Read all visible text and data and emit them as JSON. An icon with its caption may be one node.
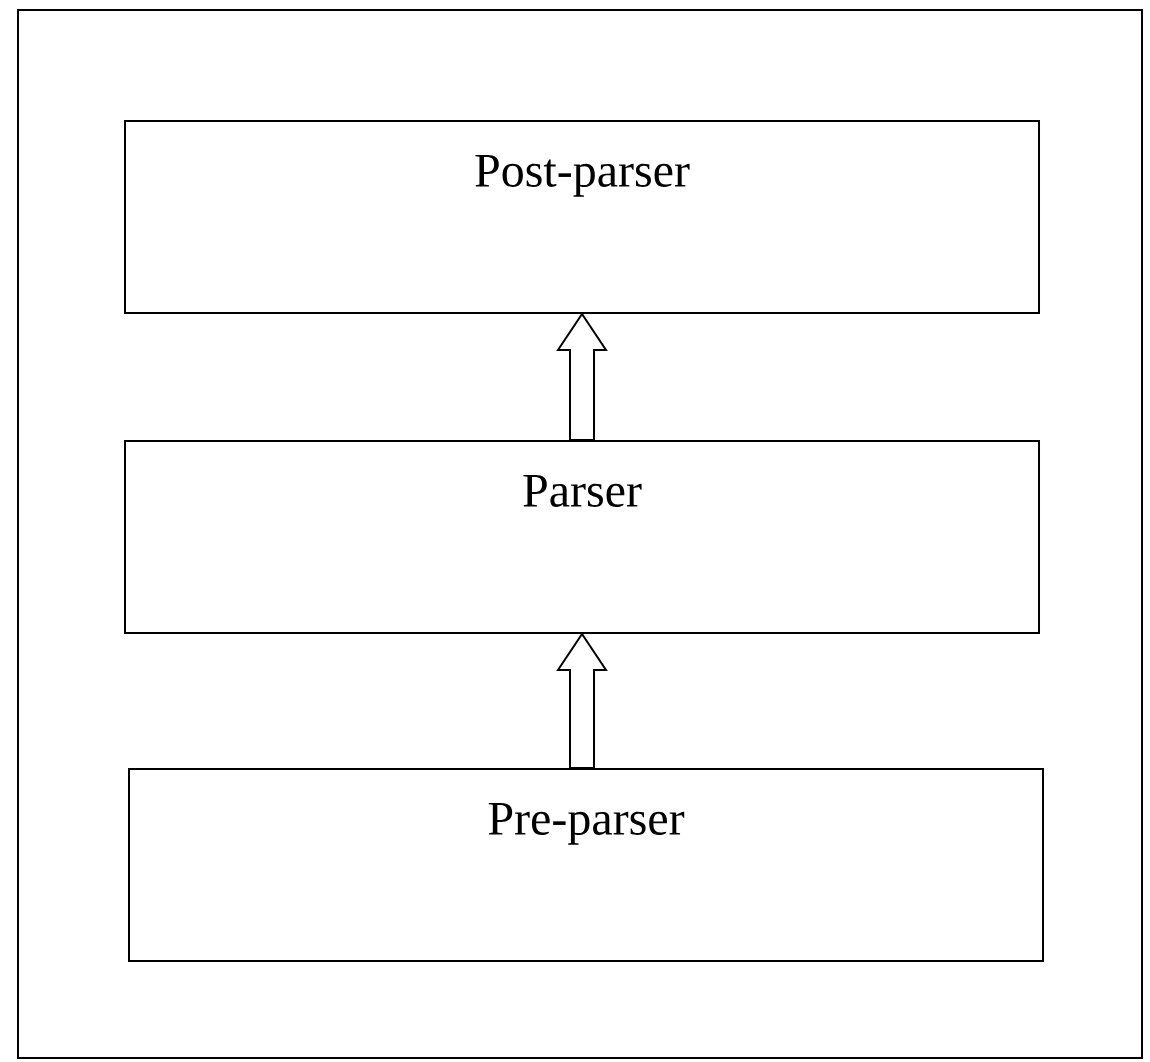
{
  "diagram": {
    "nodes": [
      {
        "text": [],
        "shape": "box"
      },
      {
        "text": [
          "Post-parser"
        ],
        "in": 0
      },
      {
        "text": [
          "Parser"
        ],
        "in": 0
      },
      {
        "text": [
          "Pre-parser"
        ],
        "in": 0
      }
    ],
    "edges": [
      {
        "from": 2,
        "to": 1,
        "arrow": "to"
      },
      {
        "from": 3,
        "to": 2,
        "arrow": "to"
      }
    ]
  }
}
